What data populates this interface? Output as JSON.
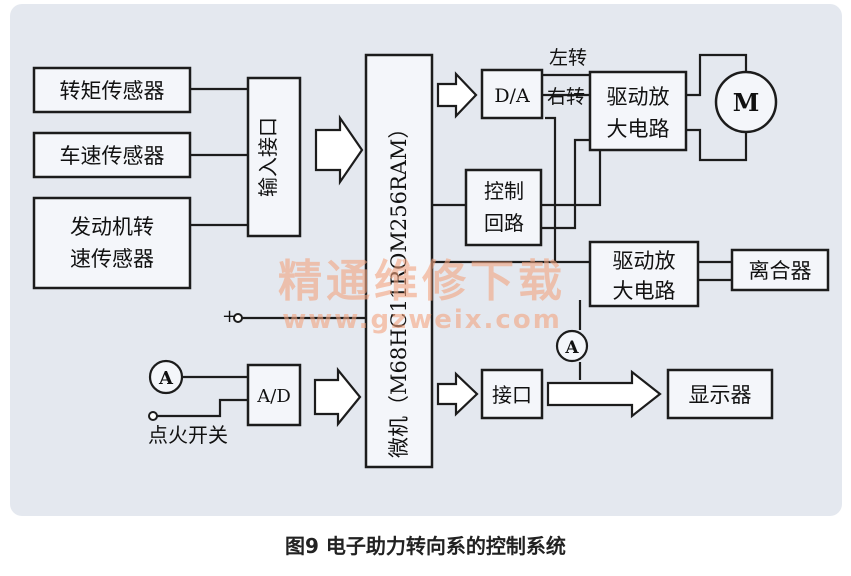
{
  "blocks": {
    "torque_sensor": "转矩传感器",
    "speed_sensor": "车速传感器",
    "engine_sensor_l1": "发动机转",
    "engine_sensor_l2": "速传感器",
    "input_interface": "输入接口",
    "micro_prefix": "微机（",
    "micro_model": "M68HC11",
    "micro_rest": "ROM256RAM）",
    "da": "D/A",
    "left_turn": "左转",
    "right_turn": "右转",
    "driver_amp_l1": "驱动放",
    "driver_amp_l2": "大电路",
    "motor": "M",
    "control_l1": "控制",
    "control_l2": "回路",
    "driver_amp2_l1": "驱动放",
    "driver_amp2_l2": "大电路",
    "clutch": "离合器",
    "ad": "A/D",
    "ammeter": "A",
    "ammeter2": "A",
    "ignition": "点火开关",
    "interface": "接口",
    "display": "显示器"
  },
  "watermark": {
    "cn": "精通维修下载",
    "url": "www.gzweix.com"
  },
  "caption": "图9 电子助力转向系的控制系统"
}
